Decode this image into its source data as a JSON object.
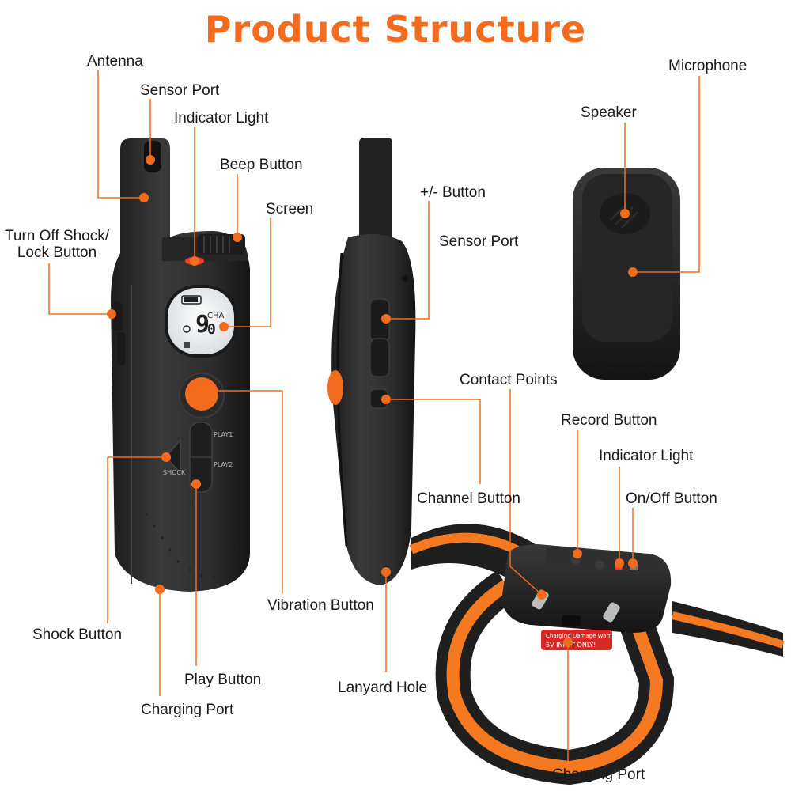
{
  "title": "Product Structure",
  "colors": {
    "accent": "#f36b1c",
    "device": "#2b2b2b",
    "strap_orange": "#f47920",
    "strap_black": "#1f1f1f"
  },
  "labels": {
    "antenna": "Antenna",
    "sensor_port_transmitter": "Sensor Port",
    "indicator_light_transmitter": "Indicator Light",
    "beep_button": "Beep Button",
    "screen": "Screen",
    "turn_off_shock": "Turn Off Shock/\nLock Button",
    "vibration_button": "Vibration Button",
    "shock_button": "Shock Button",
    "play_button": "Play Button",
    "charging_port_transmitter": "Charging Port",
    "plus_minus_button": "+/- Button",
    "sensor_port_side": "Sensor Port",
    "channel_button": "Channel Button",
    "lanyard_hole": "Lanyard Hole",
    "microphone": "Microphone",
    "speaker": "Speaker",
    "contact_points": "Contact Points",
    "record_button": "Record Button",
    "indicator_light_collar": "Indicator Light",
    "on_off_button": "On/Off Button",
    "charging_port_collar": "Charging Port"
  },
  "device_text": {
    "channel_display": "CHA",
    "shock_label": "SHOCK",
    "play1_label": "PLAY1",
    "play2_label": "PLAY2",
    "warning_line1": "Charging Damage Warning",
    "warning_line2": "5V INPUT ONLY!"
  }
}
